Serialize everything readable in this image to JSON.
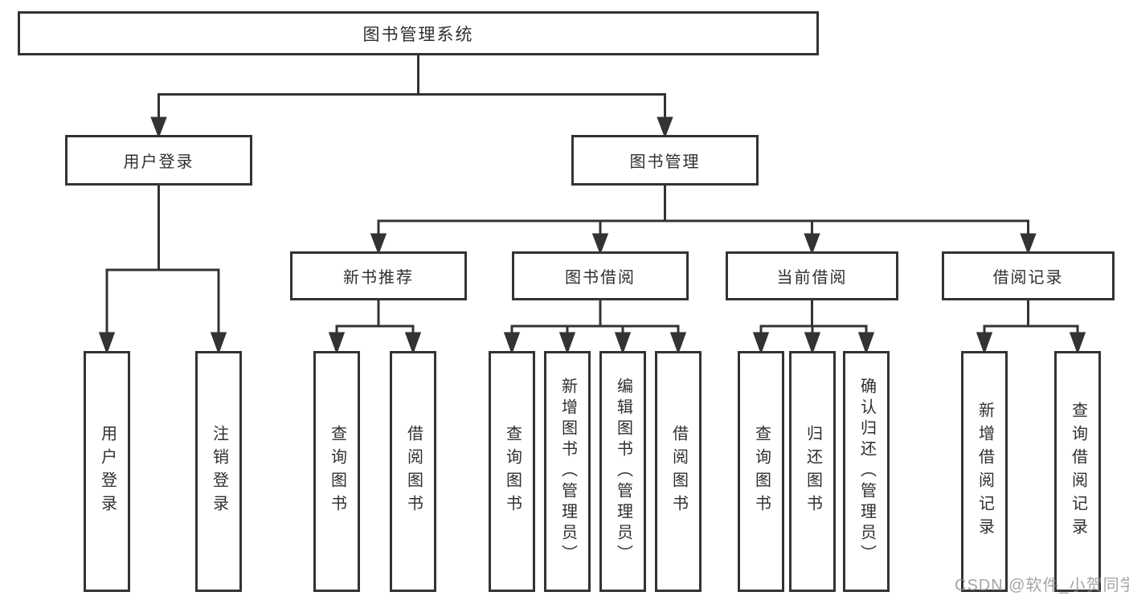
{
  "diagram": {
    "root": {
      "label": "图书管理系统"
    },
    "branches": [
      {
        "label": "用户登录",
        "children": [
          {
            "label": "用户登录"
          },
          {
            "label": "注销登录"
          }
        ]
      },
      {
        "label": "图书管理",
        "children": [
          {
            "label": "新书推荐",
            "children": [
              {
                "label": "查询图书"
              },
              {
                "label": "借阅图书"
              }
            ]
          },
          {
            "label": "图书借阅",
            "children": [
              {
                "label": "查询图书"
              },
              {
                "label": "新增图书（管理员）"
              },
              {
                "label": "编辑图书（管理员）"
              },
              {
                "label": "借阅图书"
              }
            ]
          },
          {
            "label": "当前借阅",
            "children": [
              {
                "label": "查询图书"
              },
              {
                "label": "归还图书"
              },
              {
                "label": "确认归还（管理员）"
              }
            ]
          },
          {
            "label": "借阅记录",
            "children": [
              {
                "label": "新增借阅记录"
              },
              {
                "label": "查询借阅记录"
              }
            ]
          }
        ]
      }
    ],
    "colors": {
      "line": "#333333",
      "text": "#2f2f2f",
      "background": "#ffffff"
    }
  },
  "watermark": {
    "text": "CSDN @软件_小贺同学"
  }
}
